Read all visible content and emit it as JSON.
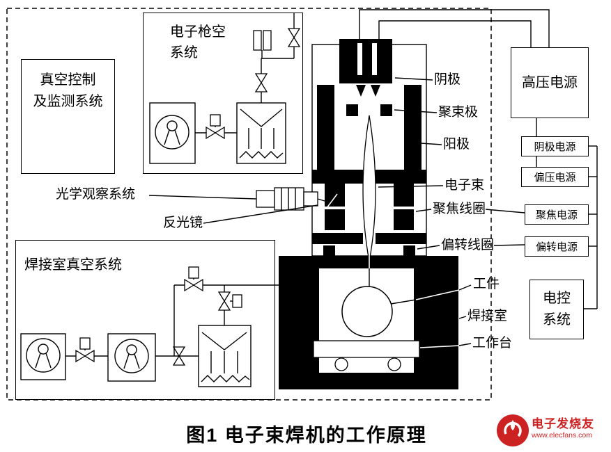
{
  "caption": "图1 电子束焊机的工作原理",
  "colors": {
    "ink": "#000000",
    "background": "#ffffff",
    "watermark_accent": "#cc2222"
  },
  "boxes": {
    "vacuum_control_line1": "真空控制",
    "vacuum_control_line2": "及监测系统",
    "gun_vacuum_line1": "电子枪空",
    "gun_vacuum_line2": "系统",
    "chamber_vacuum": "焊接室真空系统",
    "hv_supply": "高压电源",
    "cathode_supply": "阴极电源",
    "bias_supply": "偏压电源",
    "focus_supply": "聚焦电源",
    "deflection_supply": "偏转电源",
    "control_line1": "电控",
    "control_line2": "系统"
  },
  "labels": {
    "cathode": "阴极",
    "focus_electrode": "聚束极",
    "anode": "阳极",
    "electron_beam": "电子束",
    "focus_coil": "聚焦线圈",
    "deflection_coil": "偏转线圈",
    "workpiece": "工件",
    "welding_chamber": "焊接室",
    "worktable": "工作台",
    "optical_system": "光学观察系统",
    "mirror": "反光镜"
  },
  "watermark": {
    "name": "电子发烧友",
    "url": "www.elecfans.com"
  }
}
